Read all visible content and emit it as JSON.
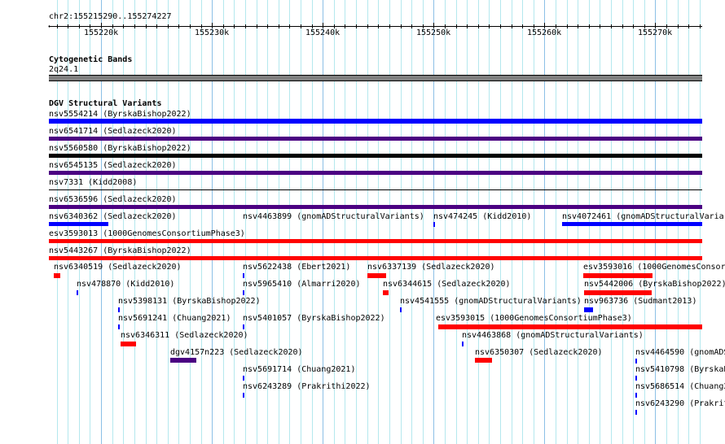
{
  "ruler": {
    "location": "chr2:155215290..155274227",
    "start": 155215290,
    "end": 155274227,
    "tick_labels": [
      "155220k",
      "155230k",
      "155240k",
      "155250k",
      "155260k",
      "155270k"
    ]
  },
  "cytobands": {
    "title": "Cytogenetic Bands",
    "band_label": "2q24.1",
    "band_color": "#808080"
  },
  "dgv": {
    "title": "DGV Structural Variants",
    "colors": {
      "blue": "#0000ff",
      "purple": "#4b0082",
      "black": "#000000",
      "red": "#ff0000"
    },
    "features": [
      {
        "label": "nsv5554214 (ByrskaBishop2022)",
        "color": "blue"
      },
      {
        "label": "nsv6541714 (Sedlazeck2020)",
        "color": "purple"
      },
      {
        "label": "nsv5560580 (ByrskaBishop2022)",
        "color": "black"
      },
      {
        "label": "nsv6545135 (Sedlazeck2020)",
        "color": "purple"
      },
      {
        "label": "nsv7331 (Kidd2008)",
        "color": "black"
      },
      {
        "label": "nsv6536596 (Sedlazeck2020)",
        "color": "purple"
      },
      {
        "label": "nsv6340362 (Sedlazeck2020)",
        "color": "blue"
      },
      {
        "label": "nsv4463899 (gnomADStructuralVariants)",
        "color": "blue"
      },
      {
        "label": "nsv474245 (Kidd2010)",
        "color": "blue"
      },
      {
        "label": "nsv4072461 (gnomADStructuralVariar",
        "color": "blue"
      },
      {
        "label": "esv3593013 (1000GenomesConsortiumPhase3)",
        "color": "red"
      },
      {
        "label": "nsv5443267 (ByrskaBishop2022)",
        "color": "red"
      },
      {
        "label": "nsv6340519 (Sedlazeck2020)",
        "color": "red"
      },
      {
        "label": "nsv5622438 (Ebert2021)",
        "color": "blue"
      },
      {
        "label": "nsv6337139 (Sedlazeck2020)",
        "color": "red"
      },
      {
        "label": "esv3593016 (1000GenomesConsor",
        "color": "red"
      },
      {
        "label": "nsv478870 (Kidd2010)",
        "color": "blue"
      },
      {
        "label": "nsv5965410 (Almarri2020)",
        "color": "blue"
      },
      {
        "label": "nsv6344615 (Sedlazeck2020)",
        "color": "red"
      },
      {
        "label": "nsv5442006 (ByrskaBishop2022)",
        "color": "red"
      },
      {
        "label": "nsv5398131 (ByrskaBishop2022)",
        "color": "blue"
      },
      {
        "label": "nsv4541555 (gnomADStructuralVariants)",
        "color": "blue"
      },
      {
        "label": "nsv963736 (Sudmant2013)",
        "color": "blue"
      },
      {
        "label": "nsv5691241 (Chuang2021)",
        "color": "blue"
      },
      {
        "label": "nsv5401057 (ByrskaBishop2022)",
        "color": "blue"
      },
      {
        "label": "esv3593015 (1000GenomesConsortiumPhase3)",
        "color": "red"
      },
      {
        "label": "nsv6346311 (Sedlazeck2020)",
        "color": "red"
      },
      {
        "label": "nsv4463868 (gnomADStructuralVariants)",
        "color": "blue"
      },
      {
        "label": "dgv4157n223 (Sedlazeck2020)",
        "color": "purple"
      },
      {
        "label": "nsv6350307 (Sedlazeck2020)",
        "color": "red"
      },
      {
        "label": "nsv4464590 (gnomADS",
        "color": "blue"
      },
      {
        "label": "nsv5691714 (Chuang2021)",
        "color": "blue"
      },
      {
        "label": "nsv5410798 (ByrskaB",
        "color": "blue"
      },
      {
        "label": "nsv6243289 (Prakrithi2022)",
        "color": "blue"
      },
      {
        "label": "nsv5686514 (Chuang2",
        "color": "blue"
      },
      {
        "label": "nsv6243290 (Prakrit",
        "color": "blue"
      }
    ]
  }
}
